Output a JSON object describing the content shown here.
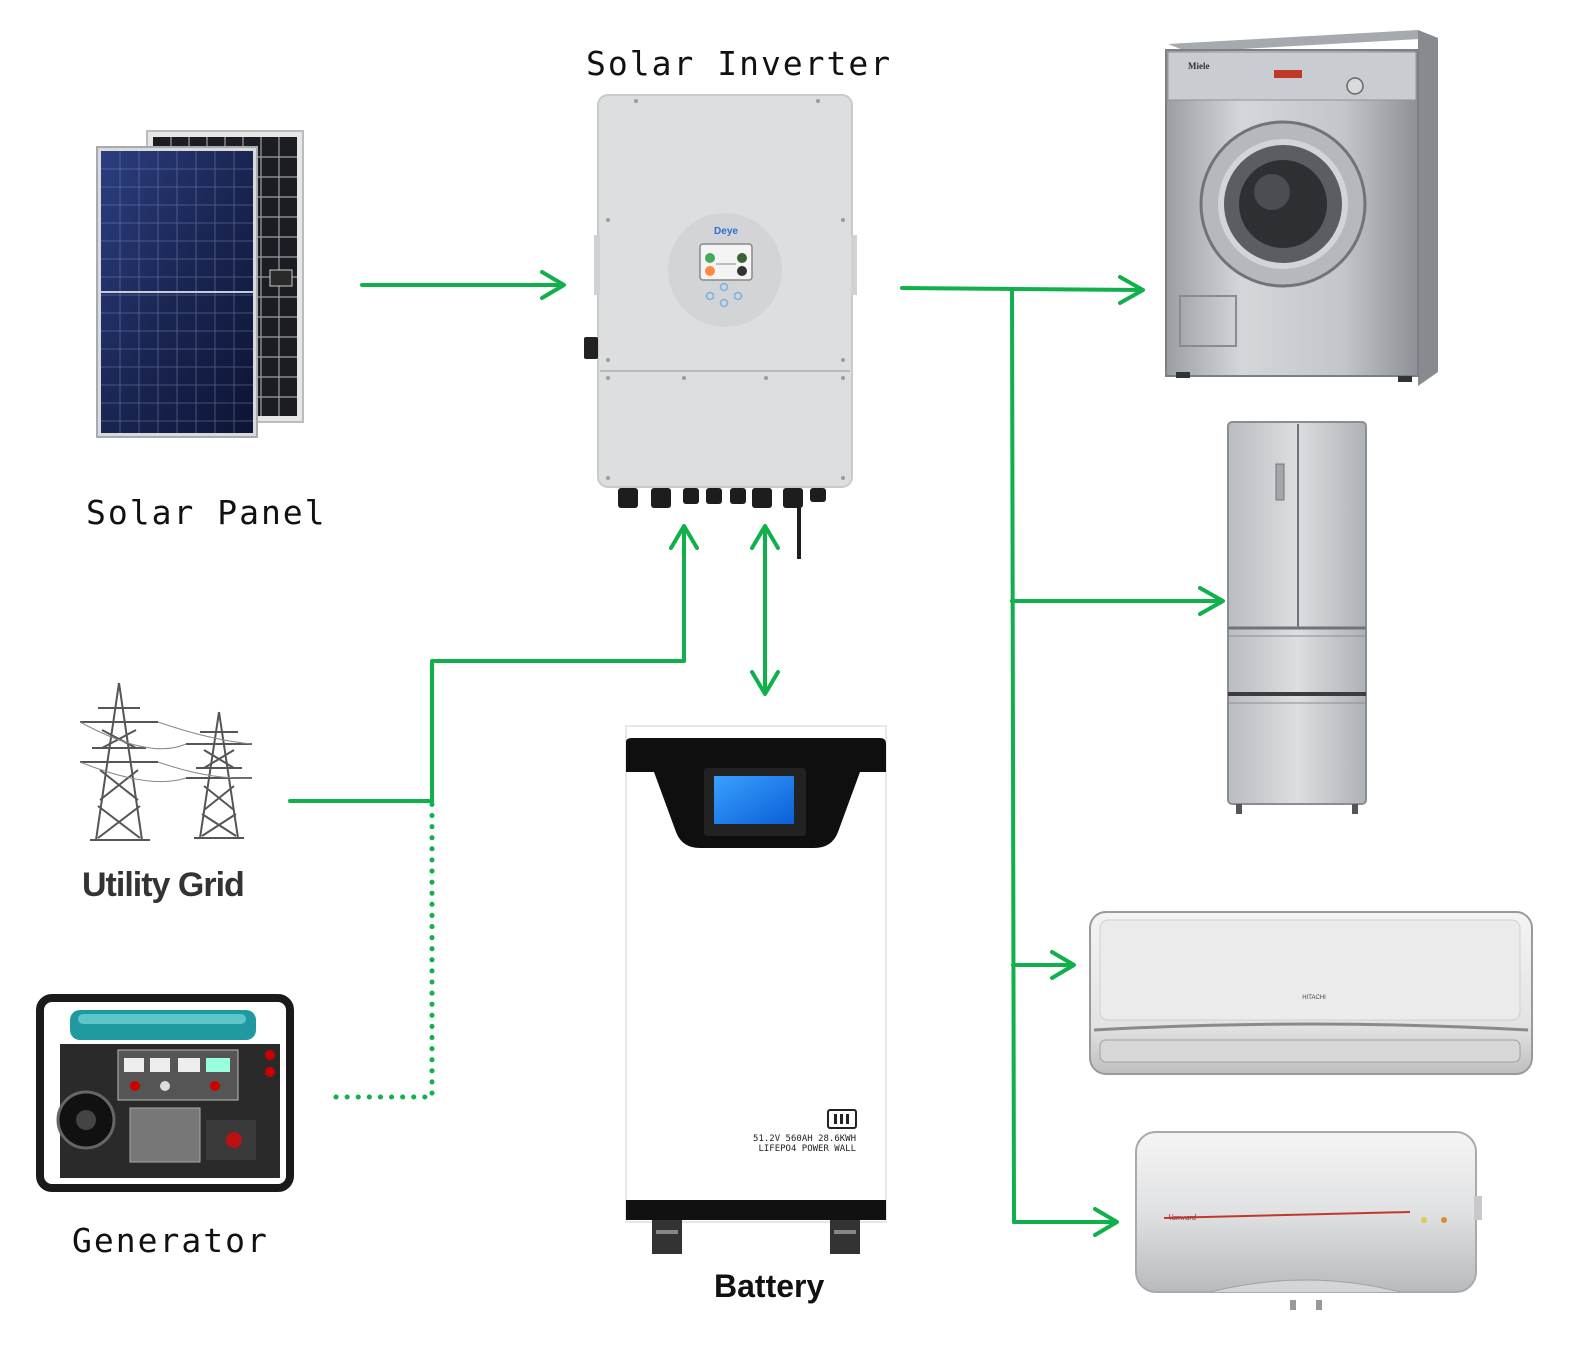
{
  "labels": {
    "solar_inverter": "Solar Inverter",
    "solar_panel": "Solar Panel",
    "utility_grid": "Utility Grid",
    "generator": "Generator",
    "battery": "Battery"
  },
  "inverter_brand": "Deye",
  "battery_spec": {
    "line1": "51.2V  560AH  28.6KWH",
    "line2": "LIFEPO4 POWER WALL"
  },
  "appliance_brands": {
    "washing_machine": "Miele",
    "air_conditioner": "HITACHI"
  },
  "colors": {
    "flow_line": "#10b04a",
    "background": "#ffffff"
  }
}
